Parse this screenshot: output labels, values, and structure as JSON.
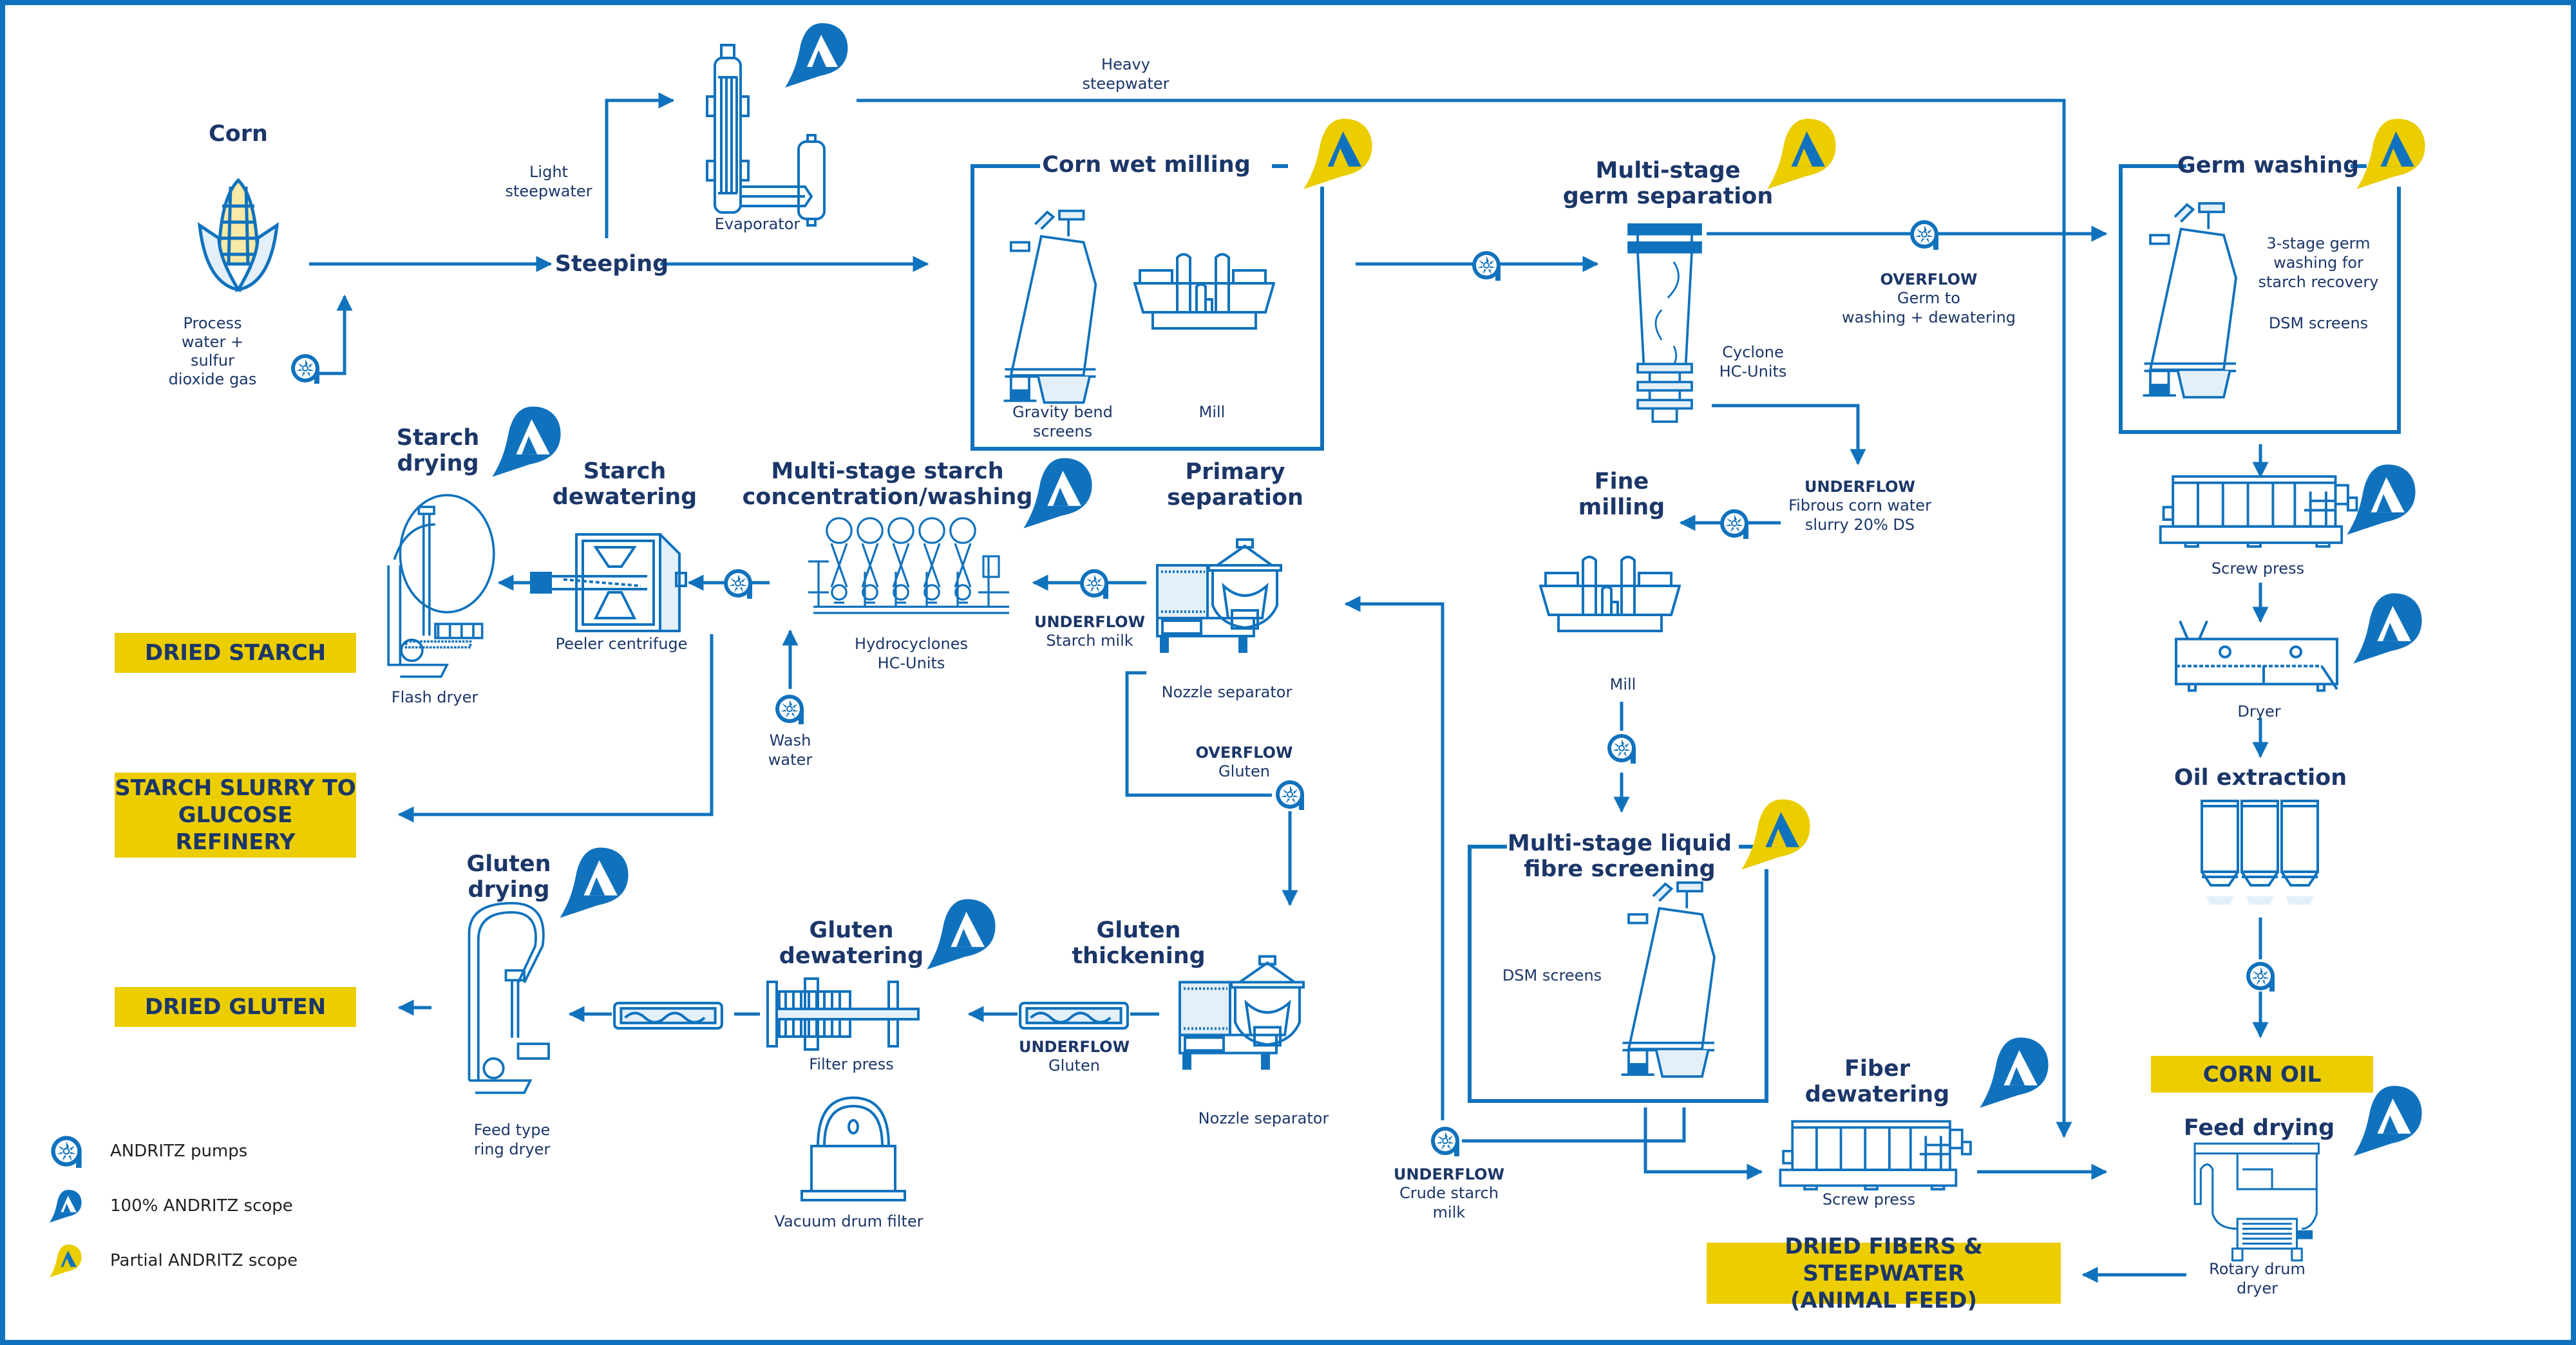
{
  "diagram": {
    "subject": "Corn wet milling process flow",
    "colors": {
      "line_blue": "#1072bd",
      "text_navy": "#1b3668",
      "product_yellow": "#ebcd00",
      "equipment_fill": "#e3f0fa",
      "corn_kernel": "#f8e9a6"
    }
  },
  "inputs": {
    "corn": "Corn",
    "process_water": [
      "Process",
      "water +",
      "sulfur",
      "dioxide gas"
    ],
    "light_steepwater": [
      "Light",
      "steepwater"
    ],
    "heavy_steepwater": [
      "Heavy",
      "steepwater"
    ],
    "wash_water": [
      "Wash",
      "water"
    ]
  },
  "stages": {
    "steeping": "Steeping",
    "evaporator": "Evaporator",
    "corn_wet_milling": {
      "title": "Corn wet milling",
      "scope": "partial",
      "equipment": [
        [
          "Gravity bend",
          "screens"
        ],
        [
          "Mill"
        ]
      ]
    },
    "germ_separation": {
      "title": [
        "Multi-stage",
        "germ separation"
      ],
      "scope": "partial",
      "equipment": [
        "Cyclone",
        "HC-Units"
      ]
    },
    "germ_washing": {
      "title": "Germ washing",
      "scope": "partial",
      "description": [
        "3-stage germ",
        "washing for",
        "starch recovery"
      ],
      "equipment": "DSM screens"
    },
    "germ_screw_press": {
      "label": "Screw press",
      "scope": "full"
    },
    "germ_dryer": {
      "label": "Dryer",
      "scope": "full"
    },
    "oil_extraction": "Oil extraction",
    "fine_milling": {
      "title": [
        "Fine",
        "milling"
      ],
      "equipment": "Mill"
    },
    "fibre_screening": {
      "title": [
        "Multi-stage liquid",
        "fibre screening"
      ],
      "scope": "partial",
      "equipment": "DSM screens"
    },
    "fiber_dewatering": {
      "title": [
        "Fiber",
        "dewatering"
      ],
      "equipment": "Screw press",
      "scope": "full"
    },
    "feed_drying": {
      "title": "Feed drying",
      "equipment": [
        "Rotary drum",
        "dryer"
      ],
      "scope": "full"
    },
    "primary_separation": {
      "title": [
        "Primary",
        "separation"
      ],
      "equipment": "Nozzle separator"
    },
    "starch_washing": {
      "title": [
        "Multi-stage starch",
        "concentration/washing"
      ],
      "scope": "full",
      "equipment": [
        "Hydrocyclones",
        "HC-Units"
      ]
    },
    "starch_dewatering": {
      "title": [
        "Starch",
        "dewatering"
      ],
      "equipment": "Peeler centrifuge"
    },
    "starch_drying": {
      "title": [
        "Starch",
        "drying"
      ],
      "equipment": "Flash dryer",
      "scope": "full"
    },
    "gluten_thickening": {
      "title": [
        "Gluten",
        "thickening"
      ],
      "equipment": "Nozzle separator"
    },
    "gluten_dewatering": {
      "title": [
        "Gluten",
        "dewatering"
      ],
      "equipment": [
        "Filter press",
        "Vacuum drum filter"
      ],
      "scope": "full"
    },
    "gluten_drying": {
      "title": [
        "Gluten",
        "drying"
      ],
      "equipment": [
        "Feed type",
        "ring dryer"
      ],
      "scope": "full"
    }
  },
  "flows": {
    "germ_overflow": {
      "head": "OVERFLOW",
      "text": [
        "Germ to",
        "washing + dewatering"
      ]
    },
    "germ_underflow": {
      "head": "UNDERFLOW",
      "text": [
        "Fibrous corn water",
        "slurry 20% DS"
      ]
    },
    "starch_underflow": {
      "head": "UNDERFLOW",
      "text": [
        "Starch milk"
      ]
    },
    "gluten_overflow": {
      "head": "OVERFLOW",
      "text": [
        "Gluten"
      ]
    },
    "gluten_underflow": {
      "head": "UNDERFLOW",
      "text": [
        "Gluten"
      ]
    },
    "crude_underflow": {
      "head": "UNDERFLOW",
      "text": [
        "Crude starch",
        "milk"
      ]
    }
  },
  "products": {
    "dried_starch": [
      "DRIED STARCH"
    ],
    "starch_slurry": [
      "STARCH SLURRY TO",
      "GLUCOSE REFINERY"
    ],
    "dried_gluten": [
      "DRIED GLUTEN"
    ],
    "corn_oil": [
      "CORN OIL"
    ],
    "animal_feed": [
      "DRIED FIBERS & STEEPWATER",
      "(ANIMAL FEED)"
    ]
  },
  "legend": [
    {
      "icon": "pump-icon",
      "label": "ANDRITZ pumps"
    },
    {
      "icon": "full-scope-marker-icon",
      "label": "100% ANDRITZ scope"
    },
    {
      "icon": "partial-scope-marker-icon",
      "label": "Partial ANDRITZ scope"
    }
  ]
}
